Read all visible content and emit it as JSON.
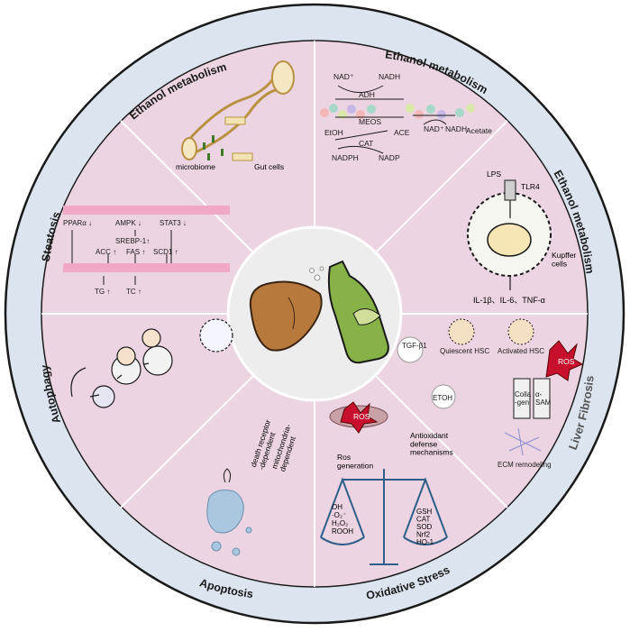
{
  "ring_labels": {
    "ethanol_top_left": "Ethanol metabolism",
    "ethanol_top_right": "Ethanol metabolism",
    "ethanol_right": "Ethanol metabolism",
    "steatosis": "Steatosis",
    "autophagy": "Autophagy",
    "apoptosis": "Apoptosis",
    "oxidative_stress": "Oxidative Stress",
    "liver_fibrosis": "Liver Fibrosis"
  },
  "gut": {
    "microbiome": "microbiome",
    "gut_cells": "Gut cells"
  },
  "metabolism": {
    "nad_plus": "NAD⁺",
    "nadh": "NADH",
    "adh": "ADH",
    "meos": "MEOS",
    "etoh": "EtOH",
    "ace": "ACE",
    "cat": "CAT",
    "nadph": "NADPH",
    "nadp": "NADP",
    "nad_plus_2": "NAD⁺",
    "nadh_2": "NADH",
    "acetate": "Acetate"
  },
  "kupffer": {
    "lps": "LPS",
    "tlr4": "TLR4",
    "kupffer_cells": "Kupffer\ncells",
    "cytokines": "IL-1β、IL-6、TNF-α"
  },
  "steatosis_path": {
    "ppara": "PPARα ↓",
    "ampk": "AMPK ↓",
    "stat3": "STAT3 ↓",
    "srebp": "SREBP-1↑",
    "acc": "ACC ↑",
    "fas": "FAS ↑",
    "scd1": "SCD1 ↑",
    "tg": "TG ↑",
    "tc": "TC ↑"
  },
  "fibrosis": {
    "tgf": "TGF-β1",
    "quiescent": "Quiescent HSC",
    "activated": "Activated HSC",
    "ros": "ROS",
    "etoh": "ETOH",
    "collagen": "Colla\n-gen",
    "asma": "α-\nSAM",
    "ecm": "ECM remodeling"
  },
  "oxidative": {
    "ros": "ROS",
    "generation": "Ros\ngeneration",
    "antioxidant": "Antioxidant\ndefense\nmechanisms",
    "left_pan": [
      "OH",
      "·O₂⁻",
      "H₂O₂",
      "ROOH"
    ],
    "right_pan": [
      "GSH",
      "CAT",
      "SOD",
      "Nrf2",
      "HO-1"
    ]
  },
  "apoptosis_path": {
    "death_receptor": "death receptor\n-dependent",
    "mitochondria": "mitochondria-\ndependent"
  },
  "colors": {
    "ring": "#dce5ef",
    "sector": "#ecd4e3",
    "center": "#ededed",
    "liver": "#b87a3c",
    "bottle": "#86b248",
    "ros": "#c8102e"
  }
}
